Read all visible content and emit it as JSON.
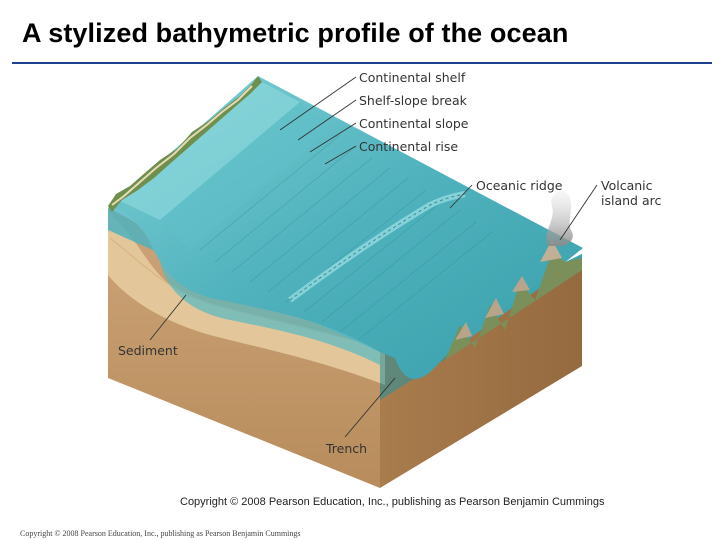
{
  "slide": {
    "title": "A stylized bathymetric profile of the ocean",
    "accent_color": "#1f3f8f"
  },
  "diagram": {
    "callouts": [
      {
        "id": "continental-shelf",
        "label": "Continental shelf"
      },
      {
        "id": "shelf-slope-break",
        "label": "Shelf-slope break"
      },
      {
        "id": "continental-slope",
        "label": "Continental slope"
      },
      {
        "id": "continental-rise",
        "label": "Continental rise"
      },
      {
        "id": "oceanic-ridge",
        "label": "Oceanic ridge"
      },
      {
        "id": "volcanic-island-arc",
        "label_line1": "Volcanic",
        "label_line2": "island arc"
      },
      {
        "id": "sediment",
        "label": "Sediment"
      },
      {
        "id": "trench",
        "label": "Trench"
      }
    ],
    "colors": {
      "water_top": "#5fbcc4",
      "water_deep": "#2f8f9a",
      "crust": "#c39a6b",
      "crust_dark": "#a77a4c",
      "sediment": "#e3c79b",
      "land": "#6f8f4e"
    }
  },
  "copyright": {
    "inline": "Copyright © 2008 Pearson Education, Inc., publishing as Pearson Benjamin Cummings",
    "footer": "Copyright © 2008 Pearson Education, Inc., publishing as Pearson Benjamin Cummings"
  }
}
